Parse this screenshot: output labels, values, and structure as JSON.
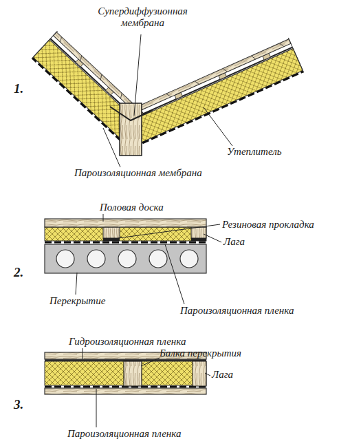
{
  "diagram": {
    "labels": [
      "Супердиффузионная мембрана",
      "1.",
      "Утеплитель",
      "Пароизоляционная мембрана",
      "Половая доска",
      "Резиновая прокладка",
      "Лага",
      "2.",
      "Перекрытие",
      "Пароизоляционная пленка",
      "Гидроизоляционная пленка",
      "Балка перекрытия",
      "Лага",
      "3.",
      "Пароизоляционная пленка"
    ]
  }
}
